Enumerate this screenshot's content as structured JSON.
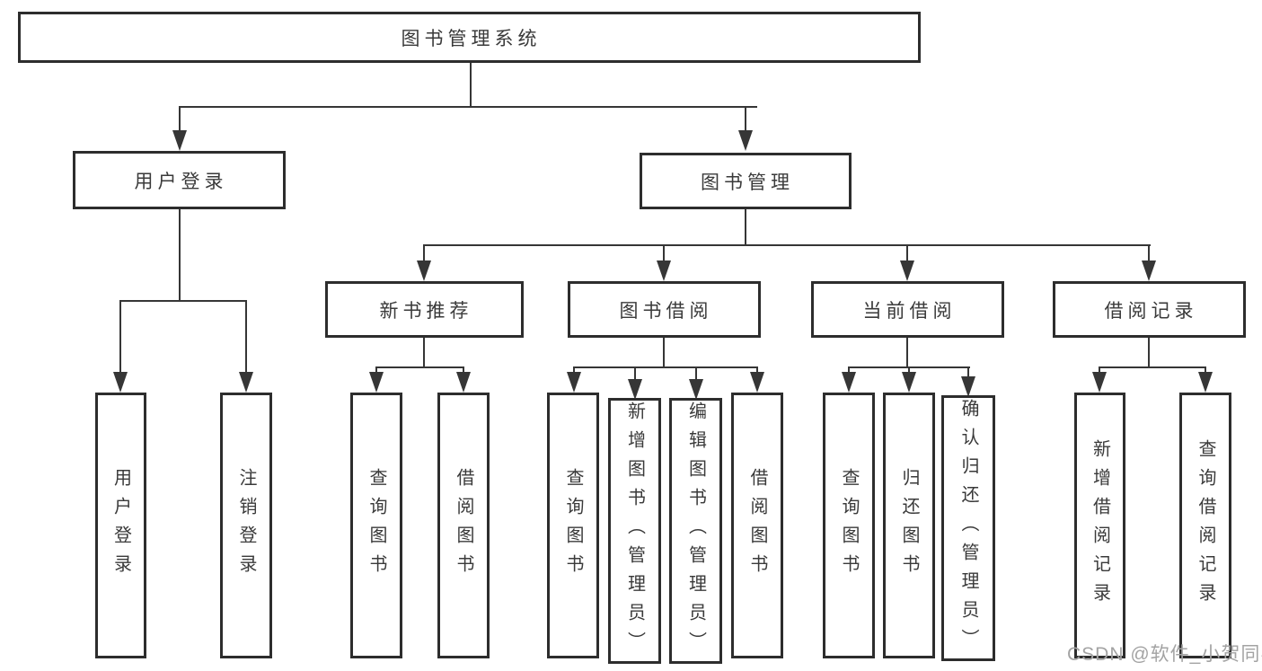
{
  "diagram": {
    "title": "图书管理系统",
    "colors": {
      "background": "#ffffff",
      "line": "#363636",
      "box_border": "#2d2d2d",
      "text": "#3a3a3a",
      "watermark": "#a3a3a3"
    },
    "nodes": {
      "root": "图书管理系统",
      "user_login": "用户登录",
      "book_management": "图书管理",
      "new_book_recommendation": "新书推荐",
      "book_borrowing": "图书借阅",
      "current_borrowing": "当前借阅",
      "borrowing_records": "借阅记录"
    },
    "leaves": {
      "user_login": [
        "用户登录",
        "注销登录"
      ],
      "new_book_recommendation": [
        "查询图书",
        "借阅图书"
      ],
      "book_borrowing": [
        "查询图书",
        "新增图书（管理员）",
        "编辑图书（管理员）",
        "借阅图书"
      ],
      "current_borrowing": [
        "查询图书",
        "归还图书",
        "确认归还（管理员）"
      ],
      "borrowing_records": [
        "新增借阅记录",
        "查询借阅记录"
      ]
    },
    "watermark": "CSDN @软件_小贺同学"
  }
}
